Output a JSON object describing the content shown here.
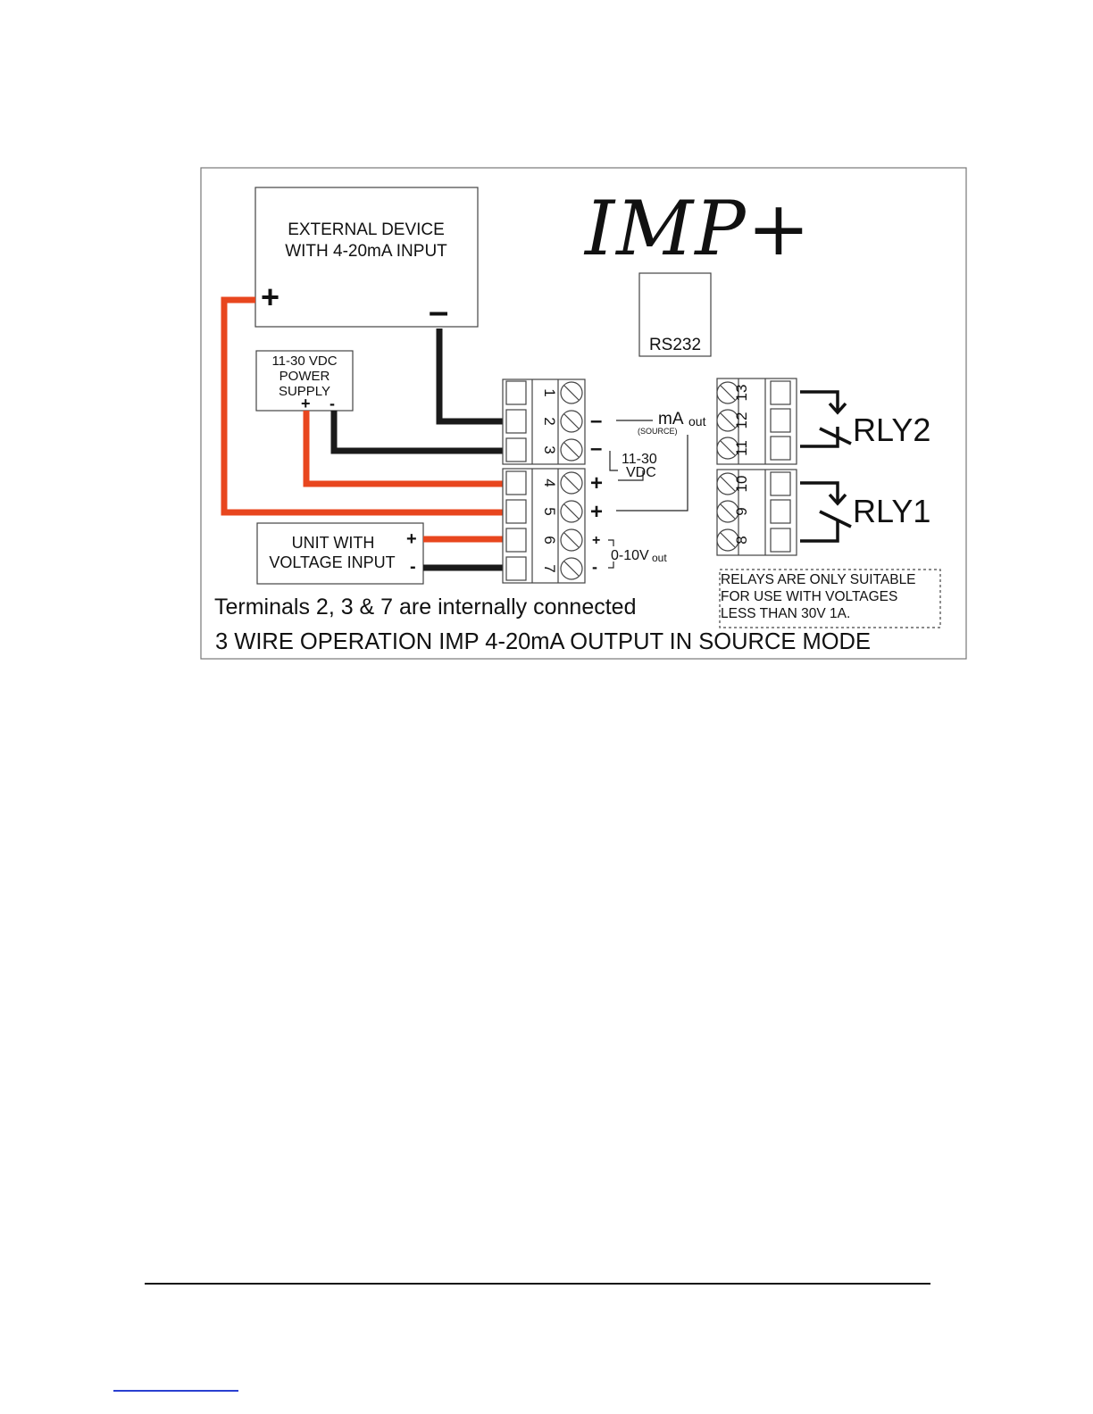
{
  "logo": {
    "text": "IMP+"
  },
  "external_device": {
    "line1": "EXTERNAL DEVICE",
    "line2": "WITH 4-20mA  INPUT",
    "plus": "+",
    "minus": "–"
  },
  "power_supply": {
    "line1": "11-30 VDC",
    "line2": "POWER",
    "line3": "SUPPLY",
    "plus": "+",
    "minus": "-"
  },
  "rs232": {
    "label": "RS232"
  },
  "unit_voltage": {
    "line1": "UNIT WITH",
    "line2": "VOLTAGE INPUT",
    "plus": "+",
    "minus": "-"
  },
  "terminals": {
    "t1": "1",
    "t2": "2",
    "t3": "3",
    "t4": "4",
    "t5": "5",
    "t6": "6",
    "t7": "7",
    "t8": "8",
    "t9": "9",
    "t10": "10",
    "t11": "11",
    "t12": "12",
    "t13": "13"
  },
  "signals": {
    "ma_out": "mA",
    "ma_out_sub": "out",
    "source": "(SOURCE)",
    "vdc_a": "11-30",
    "vdc_b": "VDC",
    "v_out": "0-10V",
    "v_out_sub": "out",
    "minus2": "–",
    "minus3": "–",
    "plus4": "+",
    "plus5": "+",
    "plus6": "+",
    "minus7": "-"
  },
  "relays": {
    "rly2": "RLY2",
    "rly1": "RLY1"
  },
  "relay_note": {
    "line1": "RELAYS ARE ONLY SUITABLE",
    "line2": "FOR USE WITH VOLTAGES",
    "line3": "LESS THAN 30V 1A."
  },
  "note": "Terminals 2, 3 & 7 are internally connected",
  "caption": "3 WIRE OPERATION IMP 4-20mA OUTPUT IN SOURCE MODE",
  "colors": {
    "red_wire": "#e8461e",
    "black_wire": "#1a1a1a",
    "border": "#555555",
    "link": "#2a3fd1"
  }
}
